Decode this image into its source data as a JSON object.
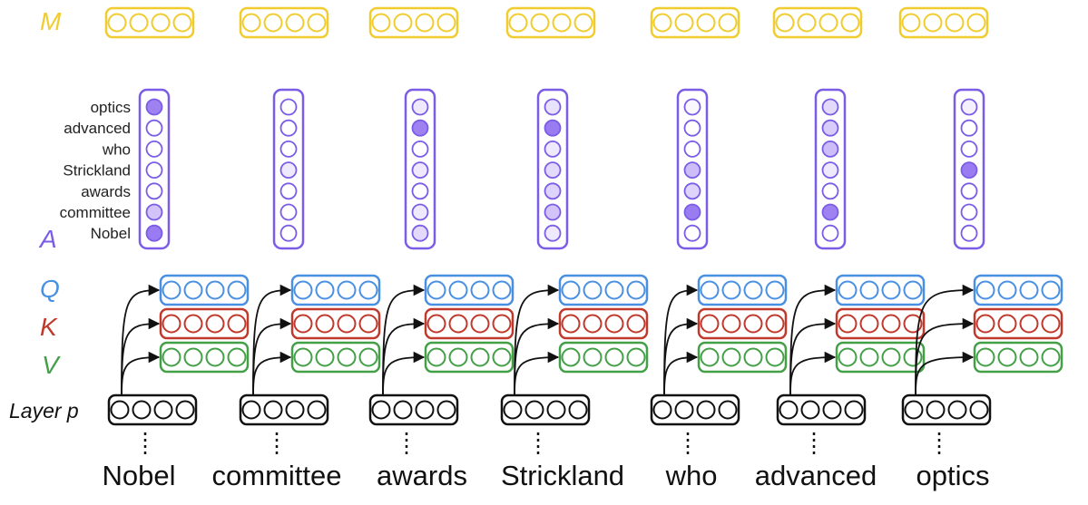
{
  "tokens": [
    "Nobel",
    "committee",
    "awards",
    "Strickland",
    "who",
    "advanced",
    "optics"
  ],
  "row_labels": {
    "memory": "M",
    "attention": "A",
    "query": "Q",
    "key": "K",
    "value": "V",
    "layer": "Layer p"
  },
  "attention_row_labels": [
    "optics",
    "advanced",
    "who",
    "Strickland",
    "awards",
    "committee",
    "Nobel"
  ],
  "attention_weights": [
    [
      0.85,
      0.0,
      0.15,
      0.2,
      0.05,
      0.25,
      0.1
    ],
    [
      0.0,
      0.0,
      0.85,
      0.9,
      0.0,
      0.35,
      0.0
    ],
    [
      0.0,
      0.0,
      0.0,
      0.15,
      0.0,
      0.45,
      0.0
    ],
    [
      0.0,
      0.15,
      0.15,
      0.25,
      0.45,
      0.15,
      0.9
    ],
    [
      0.0,
      0.0,
      0.0,
      0.3,
      0.3,
      0.0,
      0.0
    ],
    [
      0.4,
      0.0,
      0.15,
      0.4,
      0.9,
      0.85,
      0.0
    ],
    [
      0.9,
      0.0,
      0.25,
      0.15,
      0.0,
      0.0,
      0.0
    ]
  ],
  "colors": {
    "memory": "#F0CC2E",
    "attention": "#7B5CE6",
    "attention_fill": "#8E6CF0",
    "query": "#4A90E2",
    "key": "#C0392B",
    "value": "#43A047",
    "layer": "#111111"
  }
}
